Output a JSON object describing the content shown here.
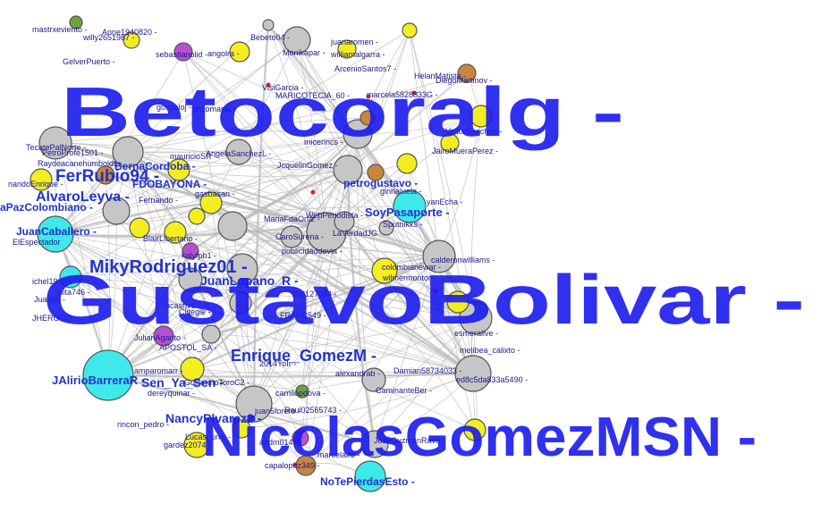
{
  "colors": {
    "edge": "#b9b9b9",
    "node_gray": "#c6c6c6",
    "node_yellow": "#f3ee1f",
    "node_cyan": "#3fe9ea",
    "node_purple": "#b74fd2",
    "node_orange": "#c9853f",
    "node_green": "#6fa33a",
    "node_stroke": "#555555",
    "small_text": "#1a1a8c",
    "mid_text": "#2233cc",
    "big_text": "#1a1aee"
  },
  "labels": {
    "big": [
      "Betocoralg -",
      "GustavoBolivar -",
      "NicolasGomezMSN -"
    ],
    "mid": [
      "FerRubio94 -",
      "AlvaroLeyva -",
      "MikyRodriguez01 -",
      "Enrique_GomezM -",
      "Sen_Ya_Sen -",
      "JAlirioBarreraR -",
      "NancyPlvarez2 -",
      "NoTePierdasEsto -",
      "SoyPasaporte -",
      "JuanCaballero -",
      "petrogustavo -",
      "BernaCordoba -",
      "FDOBAYONA -",
      "aPazColombiano -",
      "JuanLopano_R -"
    ],
    "small": [
      "mastrxeviento -",
      "willy2651987 -",
      "GelverPuerto -",
      "sebastianolid -",
      "Bebeto04 -",
      "angolra -",
      "Monikapar -",
      "juanaromen -",
      "williamalgarra -",
      "ArcenioSantos7 -",
      "HelanMatista -",
      "DiegoMartinov -",
      "VisiGarcia -",
      "MARICOTECIA_60 -",
      "marcela5828833G -",
      "PetroProfe1501 -",
      "Raydeacanehumboldt -",
      "TecatePalNorte -",
      "AngelaSanchezL -",
      "mauricioSR -",
      "micerincs -",
      "JcquelinGomez -",
      "gonzaloj -",
      "JairoMueraPerez -",
      "VictorSanchez -",
      "nandoEnrique -",
      "Fernando -",
      "gasbasan -",
      "ginnaluela -",
      "yanEcha -",
      "MariaFdaOrtiz -",
      "WebPeriodista -",
      "Sputnikks -",
      "CaroSurena -",
      "publicidaddevia -",
      "BlairLibertario -",
      "kalyfpb1 -",
      "calderonwilliams -",
      "colombianewar -",
      "wilmermontor -",
      "ichel19 -",
      "clita746 -",
      "Juanpe -",
      "JHEROGO -",
      "JulianAgarito -",
      "APOSTOL_SA -",
      "lucasrive -",
      "600127094 -",
      "FRANC549 -",
      "esmeralive -",
      "melibea_calixto -",
      "ed8c5da833a5490 -",
      "Damian58734033 -",
      "alexandrab -",
      "CaminanteBer -",
      "amparomarr -",
      "GuillermoToroC2 -",
      "dereyquinar -",
      "camilopdova -",
      "juan5forero -",
      "Raul02565743 -",
      "rincon_pedro -",
      "gardez2074 -",
      "Lucas_unic -",
      "apdm014 -",
      "marcelaire -",
      "capalopez349 -",
      "JoseGuzmanRave -",
      "2014YoIr -",
      "LaVerdadJG",
      "Clitegie -",
      "ElEspectador",
      "Anne1940820 -",
      "pricomaria -"
    ]
  }
}
